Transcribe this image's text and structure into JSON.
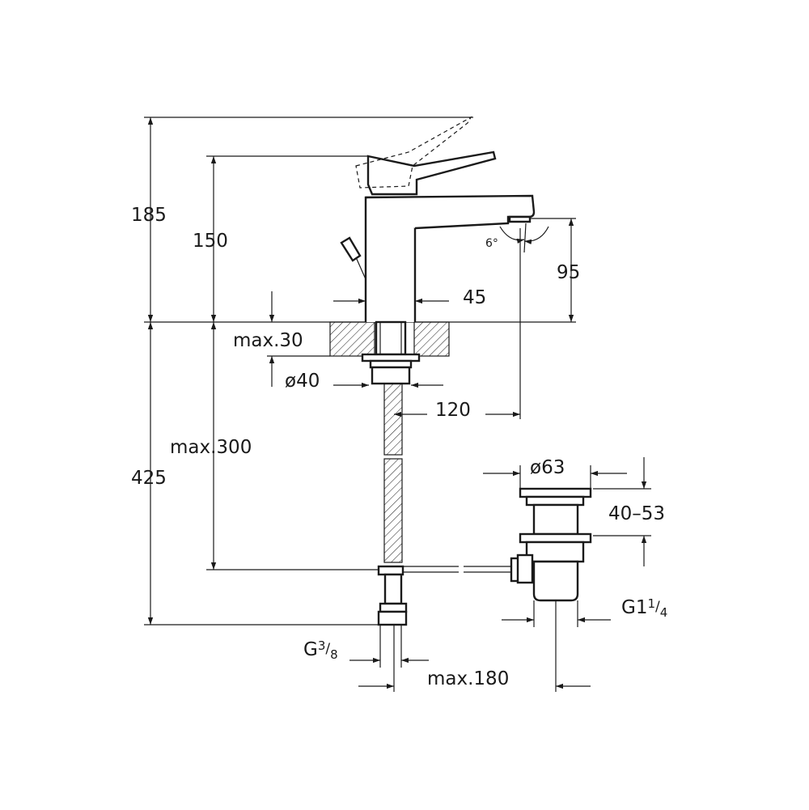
{
  "dimensions": {
    "height_total": "185",
    "height_body": "150",
    "spout_height": "95",
    "body_width": "45",
    "deck_thickness": "max.30",
    "hole_diameter": "ø40",
    "spout_reach": "120",
    "hose_length": "max.300",
    "total_below": "425",
    "waste_diameter": "ø63",
    "waste_adjust": "40–53",
    "waste_thread": "G1",
    "waste_thread_num": "1",
    "waste_thread_den": "4",
    "inlet_thread": "G",
    "inlet_thread_num": "3",
    "inlet_thread_den": "8",
    "rod_distance": "max.180",
    "swivel_angle": "6°"
  }
}
